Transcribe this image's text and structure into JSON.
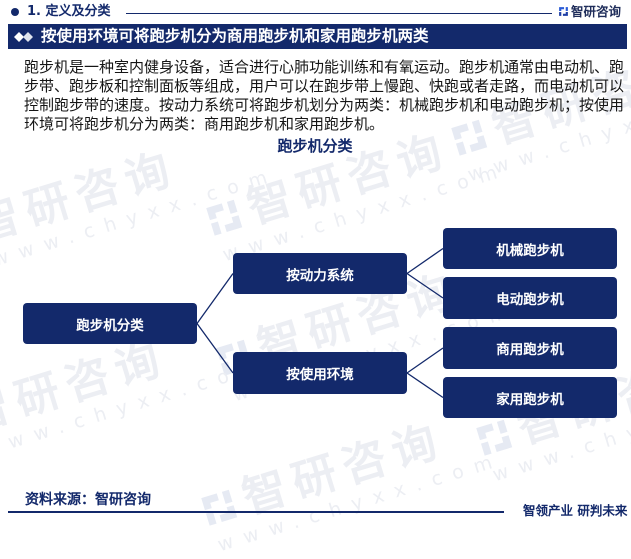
{
  "header": {
    "section_title": "1. 定义及分类",
    "brand_icon": "chyxx-logo-icon",
    "brand_name": "智研咨询"
  },
  "banner": {
    "icon": "double-diamond-icon",
    "title": "按使用环境可将跑步机分为商用跑步机和家用跑步机两类"
  },
  "body": {
    "lines": [
      "跑步机是一种室内健身设备，适合进行心肺功能训练和有氧运动。跑步机通常由电动机、跑",
      "步带、跑步板和控制面板等组成，用户可以在跑步带上慢跑、快跑或者走路，而电动机可以",
      "控制跑步带的速度。按动力系统可将跑步机划分为两类：机械跑步机和电动跑步机；按使用",
      "环境可将跑步机分为两类：商用跑步机和家用跑步机。"
    ]
  },
  "diagram": {
    "title": "跑步机分类",
    "root": {
      "label": "跑步机分类"
    },
    "branches": [
      {
        "label": "按动力系统",
        "children": [
          {
            "label": "机械跑步机"
          },
          {
            "label": "电动跑步机"
          }
        ]
      },
      {
        "label": "按使用环境",
        "children": [
          {
            "label": "商用跑步机"
          },
          {
            "label": "家用跑步机"
          }
        ]
      }
    ]
  },
  "footer": {
    "source": "资料来源：智研咨询",
    "slogan": "智领产业 研判未来"
  },
  "watermark": {
    "brand": "智研咨询",
    "url": "www.chyxx.com"
  },
  "colors": {
    "navy": "#13296b",
    "text": "#151515",
    "logo_blue": "#2a5bd7",
    "watermark": "#eceef3"
  }
}
